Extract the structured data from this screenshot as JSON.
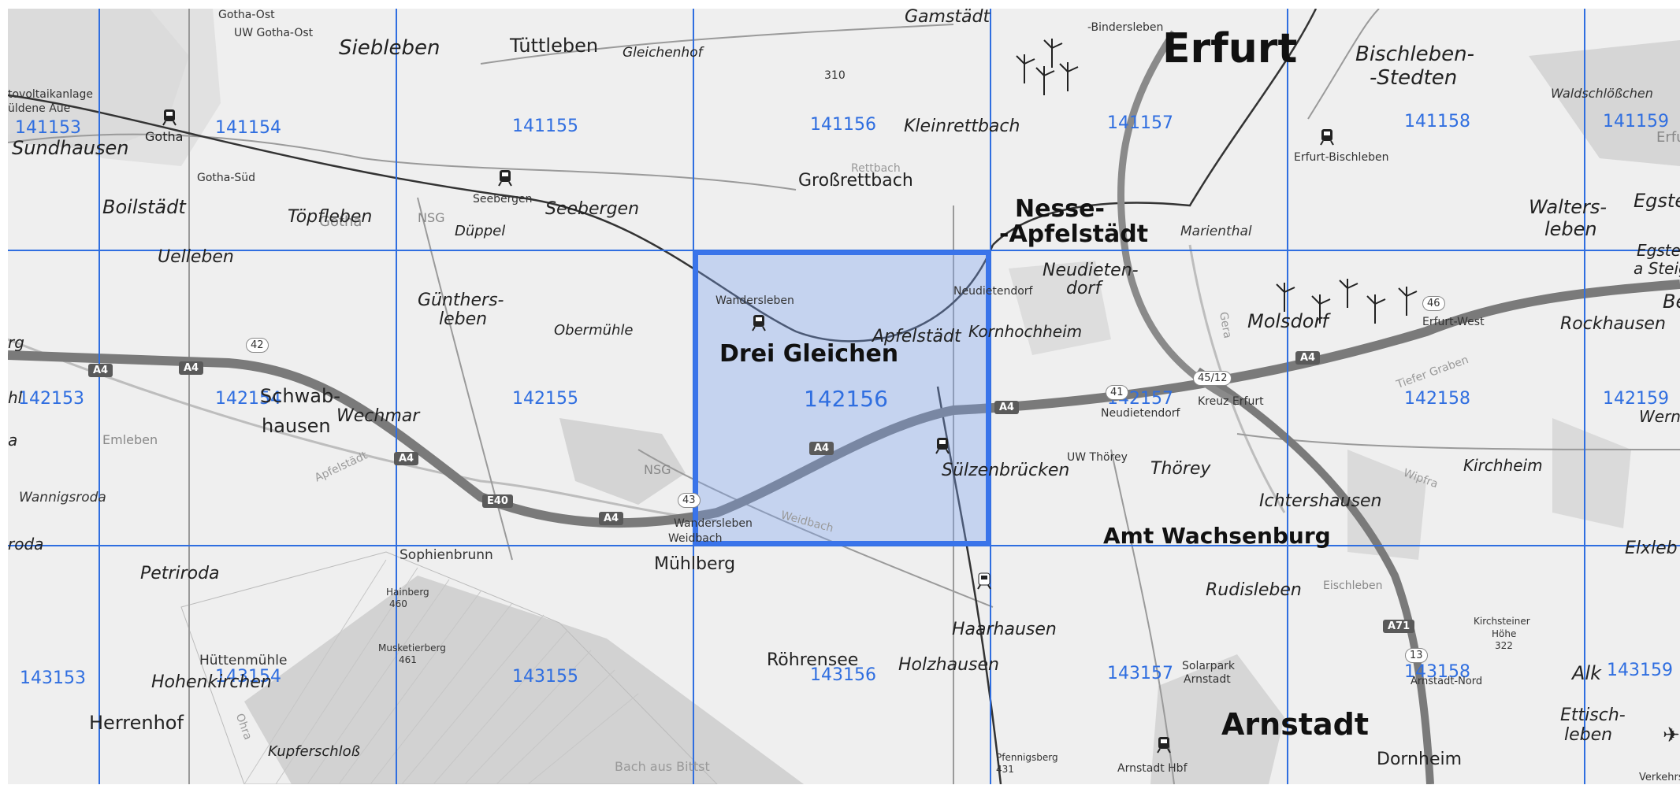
{
  "map": {
    "grid": {
      "accent": "#2f6ee0",
      "selected_fill": "#b9cdf2",
      "selected_id": "142156",
      "rows": [
        [
          "141153",
          "141154",
          "141155",
          "141156",
          "141157",
          "141158",
          "141159"
        ],
        [
          "142153",
          "142154",
          "142155",
          "142156",
          "142157",
          "142158",
          "142159"
        ],
        [
          "143153",
          "143154",
          "143155",
          "143156",
          "143157",
          "143158",
          "143159"
        ]
      ]
    },
    "places": {
      "erfurt": "Erfurt",
      "drei_gleichen": "Drei Gleichen",
      "arnstadt": "Arnstadt",
      "amt_wachsenburg": "Amt Wachsenburg",
      "nesse": "Nesse-",
      "apfelstaedt_nesse": "-Apfelstädt",
      "gotha": "Gotha",
      "gotha_ost": "Gotha-Ost",
      "uw_gotha_ost": "UW Gotha-Ost",
      "gotha_sued": "Gotha-Süd",
      "gotha_small": "Gotha",
      "siebleben": "Siebleben",
      "tuettleben": "Tüttleben",
      "gleichenhof": "Gleichenhof",
      "gamstaedt": "Gamstädt",
      "bindersleben": "-Bindersleben",
      "bischleben": "Bischleben-",
      "stedten": "-Stedten",
      "waldschloesschen": "Waldschlößchen",
      "erfu": "Erfu",
      "photovoltaik": "tovoltaikanlage",
      "uldene_aue": "üldene Aue",
      "sundhausen": "Sundhausen",
      "kleinrettbach": "Kleinrettbach",
      "grossrettbach": "Großrettbach",
      "elev_310": "310",
      "rettbach": "Rettbach",
      "erfurt_bischleben": "Erfurt-Bischleben",
      "walters": "Walters-",
      "leben": "leben",
      "egsted": "Egsted",
      "egsted2": "Egsted",
      "a_steige": "a Steige",
      "boilstaedt": "Boilstädt",
      "toepfleben": "Töpfleben",
      "seebergen_small": "Seebergen",
      "seebergen": "Seebergen",
      "nsg1": "NSG",
      "dueppel": "Düppel",
      "marienthal": "Marienthal",
      "uelleben": "Uelleben",
      "wandersleben": "Wandersleben",
      "neudietendorf_small": "Neudietendorf",
      "neudieten": "Neudieten-",
      "dorf": "dorf",
      "guenthers": "Günthers-",
      "leben2": "leben",
      "obermuehle": "Obermühle",
      "apfelstaedt": "Apfelstädt",
      "kornhochheim": "Kornhochheim",
      "molsdorf": "Molsdorf",
      "erfurt_west": "Erfurt-West",
      "rockhausen": "Rockhausen",
      "be": "Be",
      "tiefer_graben": "Tiefer Graben",
      "gera": "Gera",
      "kreuz_erfurt": "Kreuz Erfurt",
      "neudietendorf2": "Neudietendorf",
      "schwab": "Schwab-",
      "hausen": "hausen",
      "wechmar": "Wechmar",
      "emleben": "Emleben",
      "apfelstaedt_river": "Apfelstädt",
      "nsg2": "NSG",
      "uw_thoerey": "UW Thörey",
      "thoerey": "Thörey",
      "kirchheim": "Kirchheim",
      "wipfra": "Wipfra",
      "wern": "Wern",
      "wannigsroda": "Wannigsroda",
      "suelzenbruecken": "Sülzenbrücken",
      "ichtershausen": "Ichtershausen",
      "wandersleben2": "Wandersleben",
      "weidbach": "Weidbach",
      "weidbach_river": "Weidbach",
      "roda": "roda",
      "petriroda": "Petriroda",
      "sophienbrunn": "Sophienbrunn",
      "muehlberg": "Mühlberg",
      "elxleb": "Elxleb",
      "rudisleben": "Rudisleben",
      "eischleben": "Eischleben",
      "hainberg": "Hainberg",
      "elev_460": "460",
      "haarhausen": "Haarhausen",
      "kirchsteiner": "Kirchsteiner",
      "hoehe": "Höhe",
      "elev_322": "322",
      "huettenmuehle": "Hüttenmühle",
      "hohenkirchen": "Hohenkirchen",
      "musketierberg": "Musketierberg",
      "elev_461": "461",
      "roehrensee": "Röhrensee",
      "holzhausen": "Holzhausen",
      "solarpark": "Solarpark",
      "arnstadt_small": "Arnstadt",
      "arnstadt_nord": "Arnstadt-Nord",
      "alk": "Alk",
      "herrenhof": "Herrenhof",
      "ettisch": "Ettisch-",
      "leben3": "leben",
      "kupferschloss": "Kupferschloß",
      "pfennigsberg": "Pfennigsberg",
      "elev_431": "431",
      "arnstadt_hbf": "Arnstadt Hbf",
      "dornheim": "Dornheim",
      "verkehrsla": "Verkehrsla",
      "bach_aus_bittst": "Bach aus Bittst",
      "ohra": "Ohra",
      "rg": "rg",
      "hl": "hl",
      "a": "a"
    },
    "roads": {
      "a4": "A4",
      "e40": "E40",
      "a71": "A71",
      "r42": "42",
      "r41": "41",
      "r46": "46",
      "r45_12": "45/12",
      "r13": "13",
      "r43": "43"
    }
  }
}
